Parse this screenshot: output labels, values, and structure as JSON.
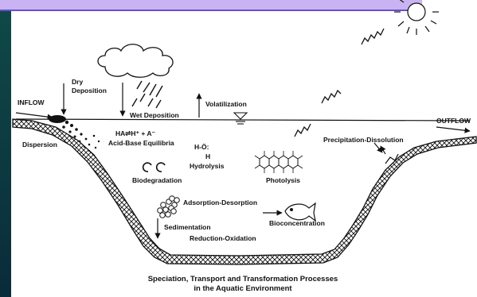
{
  "labels": {
    "inflow": "INFLOW",
    "outflow": "OUTFLOW",
    "dry_deposition": "Dry\nDeposition",
    "wet_deposition": "Wet Deposition",
    "volatilization": "Volatilization",
    "dispersion": "Dispersion",
    "acid_base_eq": "HA⇌H⁺ + A⁻",
    "acid_base": "Acid-Base Equilibria",
    "precip_dissolution": "Precipitation-Dissolution",
    "hydrolysis_formula_top": "H-Ö:",
    "hydrolysis_formula_bottom": "H",
    "hydrolysis": "Hydrolysis",
    "photolysis": "Photolysis",
    "biodegradation": "Biodegradation",
    "adsorption": "Adsorption-Desorption",
    "sedimentation": "Sedimentation",
    "bioconcentration": "Bioconcentration",
    "reduction_oxidation": "Reduction-Oxidation"
  },
  "caption": {
    "line1": "Speciation, Transport and Transformation Processes",
    "line2": "in the Aquatic Environment"
  },
  "colors": {
    "top_bar": "#c9b3f3",
    "left_bar": "#0f4a48",
    "ink": "#111111"
  }
}
